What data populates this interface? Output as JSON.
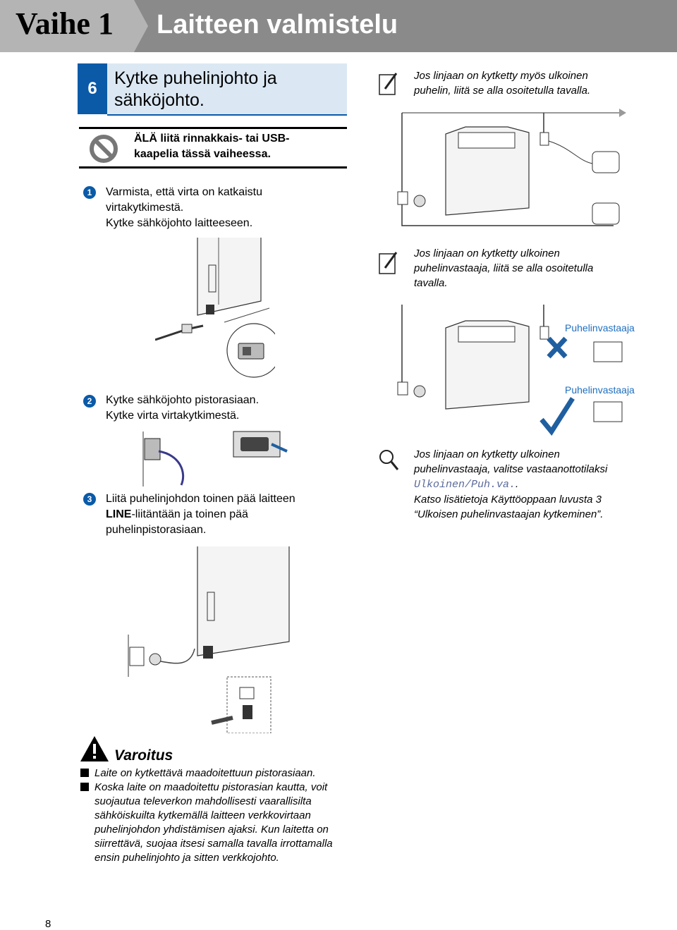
{
  "header": {
    "step_label": "Vaihe 1",
    "title": "Laitteen valmistelu"
  },
  "step": {
    "number": "6",
    "title_line1": "Kytke puhelinjohto ja",
    "title_line2": "sähköjohto."
  },
  "warning": {
    "line1": "ÄLÄ liitä rinnakkais- tai USB-",
    "line2": "kaapelia tässä vaiheessa."
  },
  "substeps": [
    {
      "number": "1",
      "lines": [
        "Varmista, että virta on katkaistu",
        "virtakytkimestä.",
        "Kytke sähköjohto laitteeseen."
      ]
    },
    {
      "number": "2",
      "lines": [
        "Kytke sähköjohto pistorasiaan.",
        "Kytke virta virtakytkimestä."
      ]
    },
    {
      "number": "3",
      "line1": "Liitä puhelinjohdon toinen pää laitteen",
      "line2_bold": "LINE",
      "line2_rest": "-liitäntään ja toinen pää",
      "line3": "puhelinpistorasiaan."
    }
  ],
  "notes": {
    "note1": [
      "Jos linjaan on kytketty myös ulkoinen",
      "puhelin, liitä se alla osoitetulla tavalla."
    ],
    "note2": [
      "Jos linjaan on kytketty ulkoinen",
      "puhelinvastaaja, liitä se alla osoitetulla",
      "tavalla."
    ],
    "answering_machine_label_1": "Puhelinvastaaja",
    "answering_machine_label_2": "Puhelinvastaaja",
    "note3_line1": "Jos linjaan on kytketty ulkoinen",
    "note3_line2": "puhelinvastaaja, valitse vastaanottotilaksi",
    "note3_mono": "Ulkoinen/Puh.va.",
    "note3_after_mono": ".",
    "note3_line4": "Katso lisätietoja Käyttöoppaan luvusta 3",
    "note3_line5": "“Ulkoisen puhelinvastaajan kytkeminen”."
  },
  "caution": {
    "title": "Varoitus",
    "item1": "Laite on kytkettävä maadoitettuun pistorasiaan.",
    "item2_lines": [
      "Koska laite on maadoitettu pistorasian kautta, voit",
      "suojautua televerkon mahdollisesti vaarallisilta",
      "sähköiskuilta kytkemällä laitteen verkkovirtaan",
      "puhelinjohdon yhdistämisen ajaksi. Kun laitetta on",
      "siirrettävä, suojaa itsesi samalla tavalla irrottamalla",
      "ensin puhelinjohto ja sitten verkkojohto."
    ]
  },
  "footer": {
    "page_number": "8"
  },
  "colors": {
    "banner_dark": "#8a8a8a",
    "banner_light": "#b4b4b4",
    "accent_blue": "#0a5aa8",
    "title_bg": "#dbe8f4"
  }
}
